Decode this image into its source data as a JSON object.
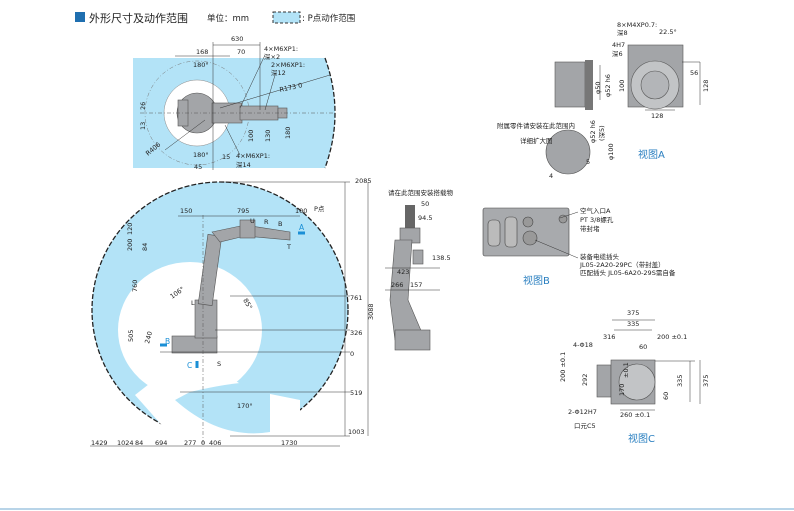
{
  "header": {
    "title": "外形尺寸及动作范围",
    "unit": "单位：mm",
    "legend": ": P点动作范围"
  },
  "colors": {
    "accent": "#1f6fb0",
    "range_fill": "#b3e3f7",
    "robot": "#a3a5a8",
    "view_label": "#2a7fc0"
  },
  "top_view": {
    "d630": "630",
    "d168": "168",
    "d70": "70",
    "note1a": "4×M6XP1:",
    "note1b": "深×2",
    "note2a": "2×M6XP1:",
    "note2b": "深12",
    "r1730": "R173 0",
    "ang_top": "180°",
    "d26": "26",
    "d13": "13",
    "r406": "R406",
    "ang_bot": "180°",
    "d15": "15",
    "note3a": "4×M6XP1:",
    "note3b": "深14",
    "d45": "45",
    "d100": "100",
    "d130": "130",
    "d180": "180"
  },
  "view_a": {
    "note1a": "8×M4XP0.7:",
    "note1b": "深8",
    "angle": "22.5°",
    "note2a": "4H7",
    "note2b": "深6",
    "phi50": "φ50",
    "phi52": "φ52 h6",
    "d100": "100",
    "d56": "56",
    "d128v": "128",
    "d128h": "128",
    "mount_note": "附属零件请安装在此范围内",
    "detail": "详细扩大图",
    "phi52b": "φ52 h6",
    "depth5": "(深5)",
    "phi100": "φ100",
    "d5": "5",
    "d4": "4",
    "label": "视图A"
  },
  "side_view": {
    "d2085": "2085",
    "d150": "150",
    "d795": "795",
    "d100": "100",
    "p_point": "P点",
    "axis_u": "U",
    "axis_r": "R",
    "axis_b": "B",
    "axis_t": "T",
    "arrow_a": "A",
    "d120": "120",
    "d200": "200",
    "d84": "84",
    "d760": "760",
    "axis_l": "L",
    "ang106": "106°",
    "ang85": "85°",
    "d761": "761",
    "d3088": "3088",
    "d505": "505",
    "d240": "240",
    "arrow_b": "B",
    "d326": "326",
    "d0": "0",
    "arrow_c": "C",
    "axis_s": "S",
    "d519": "519",
    "ang170": "170°",
    "d1003": "1003",
    "bottom": [
      "1429",
      "1024",
      "84",
      "694",
      "277",
      "0",
      "406",
      "1730"
    ]
  },
  "wrist_view": {
    "note": "请在此范围安装搭载物",
    "d50": "50",
    "d94_5": "94.5",
    "d138_5": "138.5",
    "d423": "423",
    "d266": "266",
    "d157": "157"
  },
  "view_b": {
    "air1": "空气入口A",
    "air2": "PT 3/8螺孔",
    "air3": "带封堵",
    "cable1": "装备电缆插头",
    "cable2": "JL05-2A20-29PC（带封盖）",
    "cable3": "匹配插头 JL05-6A20-29S需自备",
    "label": "视图B"
  },
  "view_c": {
    "d375": "375",
    "d335": "335",
    "d316": "316",
    "d200a": "200 ±0.1",
    "holes": "4-Φ18",
    "d60": "60",
    "d200b": "200 ±0.1",
    "d292": "292",
    "tol": "±0.1",
    "d170": "170",
    "d335v": "335",
    "d375v": "375",
    "d60b": "60",
    "pins": "2-Φ12H7",
    "d260": "260 ±0.1",
    "chamfer": "口元C5",
    "label": "视图C"
  }
}
